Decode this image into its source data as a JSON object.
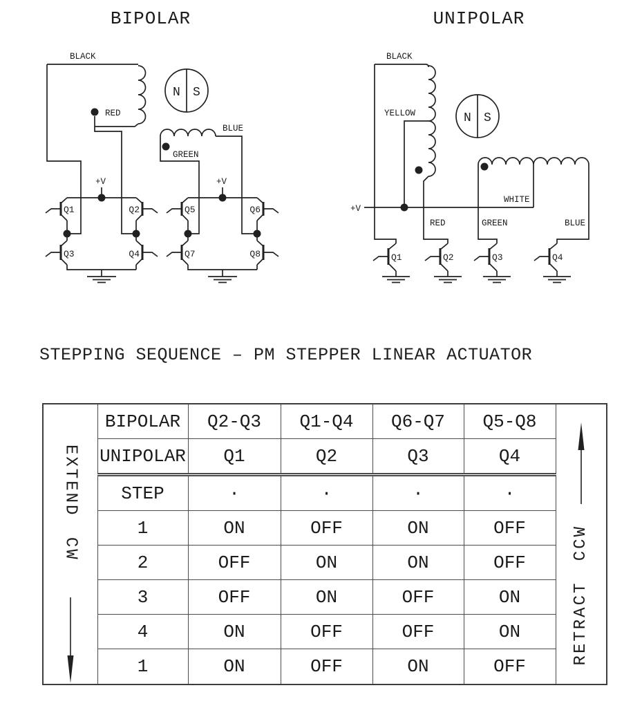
{
  "page": {
    "background": "#ffffff",
    "ink": "#212121",
    "grid_line": "#4a4a4a"
  },
  "bipolar": {
    "title": "BIPOLAR",
    "wire_labels": {
      "black": "BLACK",
      "red": "RED",
      "green": "GREEN",
      "blue": "BLUE"
    },
    "rotor": {
      "n": "N",
      "s": "S"
    },
    "supply_left": "+V",
    "supply_right": "+V",
    "transistors": [
      "Q1",
      "Q2",
      "Q3",
      "Q4",
      "Q5",
      "Q6",
      "Q7",
      "Q8"
    ]
  },
  "unipolar": {
    "title": "UNIPOLAR",
    "wire_labels": {
      "black": "BLACK",
      "yellow": "YELLOW",
      "white": "WHITE",
      "red": "RED",
      "green": "GREEN",
      "blue": "BLUE"
    },
    "rotor": {
      "n": "N",
      "s": "S"
    },
    "supply": "+V",
    "transistors": [
      "Q1",
      "Q2",
      "Q3",
      "Q4"
    ]
  },
  "section_title": "STEPPING SEQUENCE – PM STEPPER LINEAR ACTUATOR",
  "table": {
    "left_label": "EXTEND CW",
    "right_label": "RETRACT CCW",
    "rows": [
      {
        "label": "BIPOLAR",
        "cells": [
          "Q2-Q3",
          "Q1-Q4",
          "Q6-Q7",
          "Q5-Q8"
        ]
      },
      {
        "label": "UNIPOLAR",
        "cells": [
          "Q1",
          "Q2",
          "Q3",
          "Q4"
        ]
      },
      {
        "label": "STEP",
        "cells": [
          "·",
          "·",
          "·",
          "·"
        ]
      },
      {
        "label": "1",
        "cells": [
          "ON",
          "OFF",
          "ON",
          "OFF"
        ]
      },
      {
        "label": "2",
        "cells": [
          "OFF",
          "ON",
          "ON",
          "OFF"
        ]
      },
      {
        "label": "3",
        "cells": [
          "OFF",
          "ON",
          "OFF",
          "ON"
        ]
      },
      {
        "label": "4",
        "cells": [
          "ON",
          "OFF",
          "OFF",
          "ON"
        ]
      },
      {
        "label": "1",
        "cells": [
          "ON",
          "OFF",
          "ON",
          "OFF"
        ]
      }
    ]
  }
}
